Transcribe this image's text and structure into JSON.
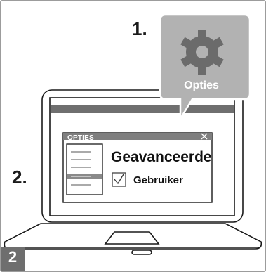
{
  "steps": {
    "first": "1.",
    "second": "2."
  },
  "callout": {
    "icon": "gear-icon",
    "label": "Opties"
  },
  "dialog": {
    "title": "OPTIES",
    "close_icon": "close-icon",
    "heading": "Geavanceerde",
    "checkbox_label": "Gebruiker",
    "checkbox_checked": true
  },
  "badge": {
    "number": "2"
  },
  "colors": {
    "callout_fill": "#b2b2b2",
    "dialog_titlebar": "#7f7f7f",
    "screen_bar": "#6f6f6f",
    "badge": "#6e6e6e",
    "stroke": "#1a1a1a"
  }
}
